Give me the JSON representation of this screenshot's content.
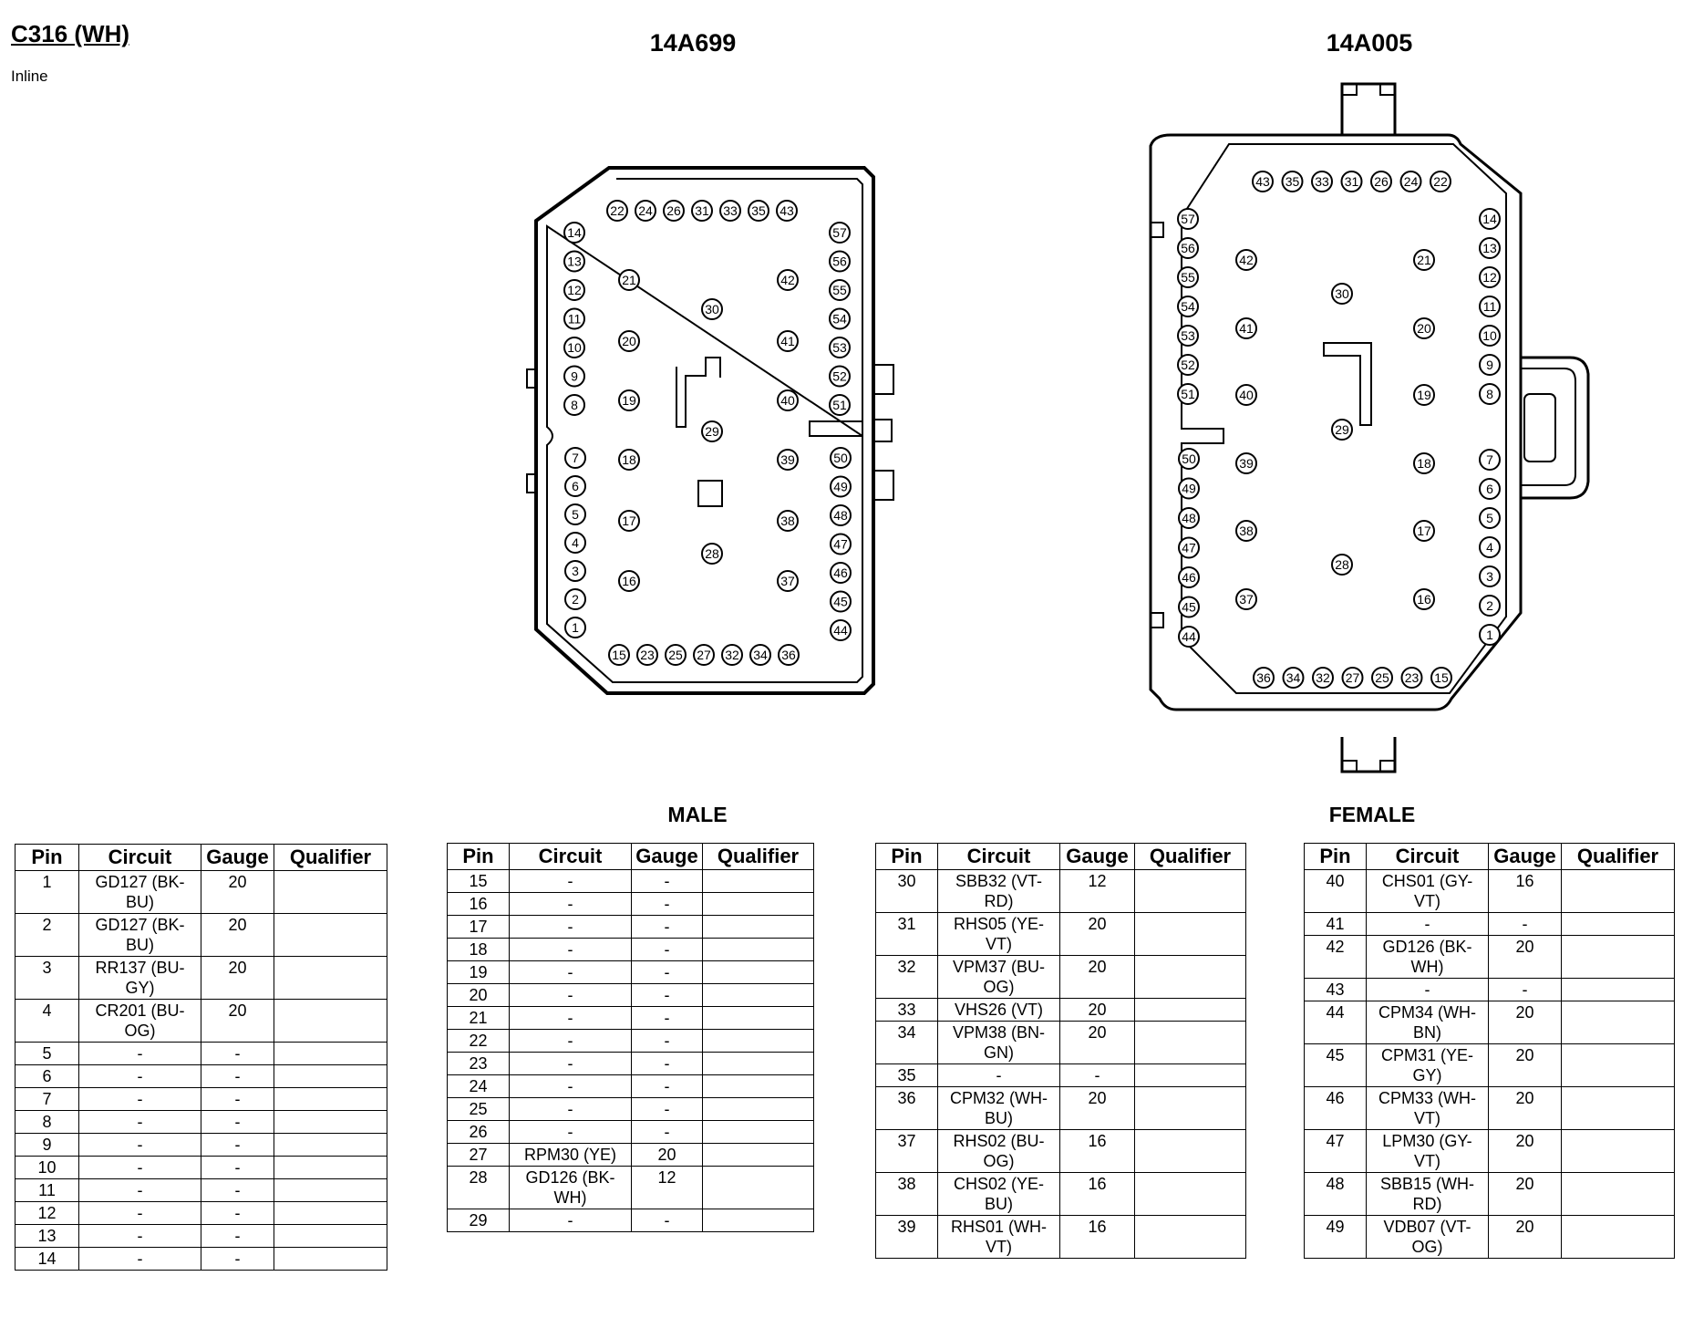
{
  "header": {
    "title": "C316 (WH)",
    "subtitle": "Inline"
  },
  "parts": {
    "left": "14A699",
    "right": "14A005"
  },
  "labels": {
    "male": "MALE",
    "female": "FEMALE"
  },
  "columns": [
    "Pin",
    "Circuit",
    "Gauge",
    "Qualifier"
  ],
  "tables": [
    {
      "rows": [
        {
          "pin": "1",
          "circuit": "GD127 (BK-BU)",
          "gauge": "20",
          "qualifier": ""
        },
        {
          "pin": "2",
          "circuit": "GD127 (BK-BU)",
          "gauge": "20",
          "qualifier": ""
        },
        {
          "pin": "3",
          "circuit": "RR137 (BU-GY)",
          "gauge": "20",
          "qualifier": ""
        },
        {
          "pin": "4",
          "circuit": "CR201 (BU-OG)",
          "gauge": "20",
          "qualifier": ""
        },
        {
          "pin": "5",
          "circuit": "-",
          "gauge": "-",
          "qualifier": ""
        },
        {
          "pin": "6",
          "circuit": "-",
          "gauge": "-",
          "qualifier": ""
        },
        {
          "pin": "7",
          "circuit": "-",
          "gauge": "-",
          "qualifier": ""
        },
        {
          "pin": "8",
          "circuit": "-",
          "gauge": "-",
          "qualifier": ""
        },
        {
          "pin": "9",
          "circuit": "-",
          "gauge": "-",
          "qualifier": ""
        },
        {
          "pin": "10",
          "circuit": "-",
          "gauge": "-",
          "qualifier": ""
        },
        {
          "pin": "11",
          "circuit": "-",
          "gauge": "-",
          "qualifier": ""
        },
        {
          "pin": "12",
          "circuit": "-",
          "gauge": "-",
          "qualifier": ""
        },
        {
          "pin": "13",
          "circuit": "-",
          "gauge": "-",
          "qualifier": ""
        },
        {
          "pin": "14",
          "circuit": "-",
          "gauge": "-",
          "qualifier": ""
        }
      ]
    },
    {
      "rows": [
        {
          "pin": "15",
          "circuit": "-",
          "gauge": "-",
          "qualifier": ""
        },
        {
          "pin": "16",
          "circuit": "-",
          "gauge": "-",
          "qualifier": ""
        },
        {
          "pin": "17",
          "circuit": "-",
          "gauge": "-",
          "qualifier": ""
        },
        {
          "pin": "18",
          "circuit": "-",
          "gauge": "-",
          "qualifier": ""
        },
        {
          "pin": "19",
          "circuit": "-",
          "gauge": "-",
          "qualifier": ""
        },
        {
          "pin": "20",
          "circuit": "-",
          "gauge": "-",
          "qualifier": ""
        },
        {
          "pin": "21",
          "circuit": "-",
          "gauge": "-",
          "qualifier": ""
        },
        {
          "pin": "22",
          "circuit": "-",
          "gauge": "-",
          "qualifier": ""
        },
        {
          "pin": "23",
          "circuit": "-",
          "gauge": "-",
          "qualifier": ""
        },
        {
          "pin": "24",
          "circuit": "-",
          "gauge": "-",
          "qualifier": ""
        },
        {
          "pin": "25",
          "circuit": "-",
          "gauge": "-",
          "qualifier": ""
        },
        {
          "pin": "26",
          "circuit": "-",
          "gauge": "-",
          "qualifier": ""
        },
        {
          "pin": "27",
          "circuit": "RPM30 (YE)",
          "gauge": "20",
          "qualifier": ""
        },
        {
          "pin": "28",
          "circuit": "GD126 (BK-WH)",
          "gauge": "12",
          "qualifier": ""
        },
        {
          "pin": "29",
          "circuit": "-",
          "gauge": "-",
          "qualifier": ""
        }
      ]
    },
    {
      "rows": [
        {
          "pin": "30",
          "circuit": "SBB32 (VT-RD)",
          "gauge": "12",
          "qualifier": ""
        },
        {
          "pin": "31",
          "circuit": "RHS05 (YE-VT)",
          "gauge": "20",
          "qualifier": ""
        },
        {
          "pin": "32",
          "circuit": "VPM37 (BU-OG)",
          "gauge": "20",
          "qualifier": ""
        },
        {
          "pin": "33",
          "circuit": "VHS26 (VT)",
          "gauge": "20",
          "qualifier": ""
        },
        {
          "pin": "34",
          "circuit": "VPM38 (BN-GN)",
          "gauge": "20",
          "qualifier": ""
        },
        {
          "pin": "35",
          "circuit": "-",
          "gauge": "-",
          "qualifier": ""
        },
        {
          "pin": "36",
          "circuit": "CPM32 (WH-BU)",
          "gauge": "20",
          "qualifier": ""
        },
        {
          "pin": "37",
          "circuit": "RHS02 (BU-OG)",
          "gauge": "16",
          "qualifier": ""
        },
        {
          "pin": "38",
          "circuit": "CHS02 (YE-BU)",
          "gauge": "16",
          "qualifier": ""
        },
        {
          "pin": "39",
          "circuit": "RHS01 (WH-VT)",
          "gauge": "16",
          "qualifier": ""
        }
      ]
    },
    {
      "rows": [
        {
          "pin": "40",
          "circuit": "CHS01 (GY-VT)",
          "gauge": "16",
          "qualifier": ""
        },
        {
          "pin": "41",
          "circuit": "-",
          "gauge": "-",
          "qualifier": ""
        },
        {
          "pin": "42",
          "circuit": "GD126 (BK-WH)",
          "gauge": "20",
          "qualifier": ""
        },
        {
          "pin": "43",
          "circuit": "-",
          "gauge": "-",
          "qualifier": ""
        },
        {
          "pin": "44",
          "circuit": "CPM34 (WH-BN)",
          "gauge": "20",
          "qualifier": ""
        },
        {
          "pin": "45",
          "circuit": "CPM31 (YE-GY)",
          "gauge": "20",
          "qualifier": ""
        },
        {
          "pin": "46",
          "circuit": "CPM33 (WH-VT)",
          "gauge": "20",
          "qualifier": ""
        },
        {
          "pin": "47",
          "circuit": "LPM30 (GY-VT)",
          "gauge": "20",
          "qualifier": ""
        },
        {
          "pin": "48",
          "circuit": "SBB15 (WH-RD)",
          "gauge": "20",
          "qualifier": ""
        },
        {
          "pin": "49",
          "circuit": "VDB07 (VT-OG)",
          "gauge": "20",
          "qualifier": ""
        }
      ]
    }
  ],
  "diagram_pins": {
    "male": {
      "top": [
        "22",
        "24",
        "26",
        "31",
        "33",
        "35",
        "43"
      ],
      "bottom": [
        "15",
        "23",
        "25",
        "27",
        "32",
        "34",
        "36"
      ],
      "left_upper": [
        "14",
        "13",
        "12",
        "11",
        "10",
        "9",
        "8"
      ],
      "left_lower": [
        "7",
        "6",
        "5",
        "4",
        "3",
        "2",
        "1"
      ],
      "right_upper": [
        "57",
        "56",
        "55",
        "54",
        "53",
        "52",
        "51"
      ],
      "right_lower": [
        "50",
        "49",
        "48",
        "47",
        "46",
        "45",
        "44"
      ],
      "inner_left": [
        "21",
        "20",
        "19",
        "18",
        "17",
        "16"
      ],
      "inner_right": [
        "42",
        "41",
        "40",
        "39",
        "38",
        "37"
      ],
      "center": [
        "30",
        "29",
        "28"
      ]
    },
    "female": {
      "top": [
        "43",
        "35",
        "33",
        "31",
        "26",
        "24",
        "22"
      ],
      "bottom": [
        "36",
        "34",
        "32",
        "27",
        "25",
        "23",
        "15"
      ],
      "left_upper": [
        "57",
        "56",
        "55",
        "54",
        "53",
        "52",
        "51"
      ],
      "left_lower": [
        "50",
        "49",
        "48",
        "47",
        "46",
        "45",
        "44"
      ],
      "right_upper": [
        "14",
        "13",
        "12",
        "11",
        "10",
        "9",
        "8"
      ],
      "right_lower": [
        "7",
        "6",
        "5",
        "4",
        "3",
        "2",
        "1"
      ],
      "inner_left": [
        "42",
        "41",
        "40",
        "39",
        "38",
        "37"
      ],
      "inner_right": [
        "21",
        "20",
        "19",
        "18",
        "17",
        "16"
      ],
      "center": [
        "30",
        "29",
        "28"
      ]
    }
  }
}
